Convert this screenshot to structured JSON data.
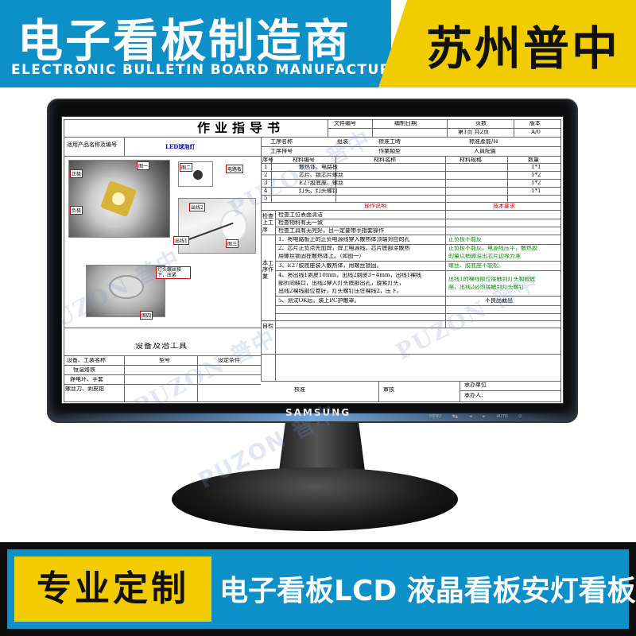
{
  "top_banner": {
    "title": "电子看板制造商",
    "subtitle": "ELECTRONIC BULLETIN BOARD MANUFACTURER",
    "brand": "苏州普中"
  },
  "monitor": {
    "logo": "SAMSUNG",
    "controls": "MENU ▼▲ ◄ ► AUTO ⏻"
  },
  "document": {
    "title": "作业指导书",
    "header_labels": [
      "文件编号",
      "编制日期",
      "页数",
      "版本"
    ],
    "page_info": "第1页 共2页",
    "version": "A/0",
    "product_label": "适用产品名称及编号",
    "product_name": "LED球泡灯",
    "process_name_label": "工序名称",
    "process_name": "组装",
    "std_hours_label": "標准工時",
    "std_capacity_label": "標准產能/H",
    "process_no_label": "工序排号",
    "work_type_label": "作業類型",
    "staffing_label": "人員配置",
    "materials_headers": [
      "序号",
      "材料编号",
      "材料名称",
      "材料规格",
      "数量"
    ],
    "materials": [
      {
        "no": "1",
        "name": "散热体、电路板",
        "qty": "1*1"
      },
      {
        "no": "2",
        "name": "芯片、锁芯片螺丝",
        "qty": "1*2"
      },
      {
        "no": "3",
        "name": "E27胶底座、螺丝",
        "qty": "1*2"
      },
      {
        "no": "4",
        "name": "灯头、灯头螺钉",
        "qty": "1*1"
      },
      {
        "no": "5",
        "name": "",
        "qty": ""
      }
    ],
    "op_desc_label": "操作说明",
    "tech_req_label": "技术要求",
    "upstream_check_label": "检查上工序",
    "upstream_checks": [
      "检查工位表面清洁",
      "检查物料有无一致",
      "检查工具有无完好，且一定要带手指套操作"
    ],
    "this_process_label": "本工序作業",
    "steps": [
      "1、将电路板上的正负电源线穿入散热体顶端对应的孔",
      "2、芯片正负点先加焊，焊上电源线，芯片底部涂散热",
      "用螺丝锁固在散热体上。（如图一）",
      "3、E27胶底座装入散热体，用螺丝锁固。",
      "4、将出线1剥皮10mm，出线2剥皮3~4mm，出线1裸线",
      "部折向缺口，出线2穿入灯头底部出孔，旋紧灯头，",
      "出线2裸线部位卷好，灯头螺钉压住裸线2，压下。",
      "5、测试OK后，装上PC护散罩。"
    ],
    "tech_reqs": [
      "正负极不能反",
      "正负极不能反，电源线压平，散热胶",
      "的量以稍微溢出芯片边缘为准",
      "螺丝、胶底座不能松。",
      "出线1的裸线部位接触到灯头和胶底",
      "座，出线2必须接触到灯头螺钉"
    ],
    "defect_label": "不良品截出",
    "self_check_label": "自检",
    "callouts": [
      "图一",
      "正极",
      "负极",
      "图二",
      "电路板",
      "出线2",
      "出线1",
      "图三",
      "灯头螺丝按下，压紧",
      "图四"
    ],
    "equipment_title": "设备及治工具",
    "equipment_headers": [
      "设备、工装名称",
      "型号",
      "设定条件"
    ],
    "equipment": [
      "恒温烙铁",
      "静电环、手套",
      "螺丝刀、剥皮钳"
    ],
    "approve_label": "核准",
    "review_label": "审核",
    "maker_label": "承办单位",
    "maker_person_label": "承办人:"
  },
  "watermark": {
    "latin": "PUZON",
    "cn": "普中"
  },
  "bottom_banner": {
    "highlight": "专业定制",
    "items": [
      "电子看板",
      "LCD 液晶看板",
      "安灯看板"
    ]
  }
}
